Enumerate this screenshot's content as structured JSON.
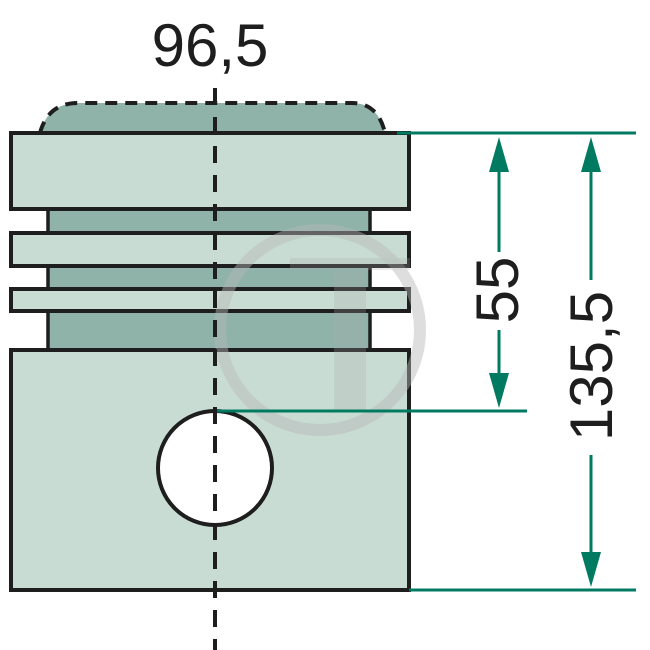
{
  "dimensions": {
    "diameter": "96,5",
    "pin_height": "55",
    "total_height": "135,5"
  },
  "colors": {
    "body_fill": "#c8dcd4",
    "skirt_fill": "#8fb3a9",
    "outline": "#1e1e1e",
    "dimension_line": "#007a60",
    "pin_hole": "#ffffff",
    "watermark": "#b8b8b8"
  }
}
